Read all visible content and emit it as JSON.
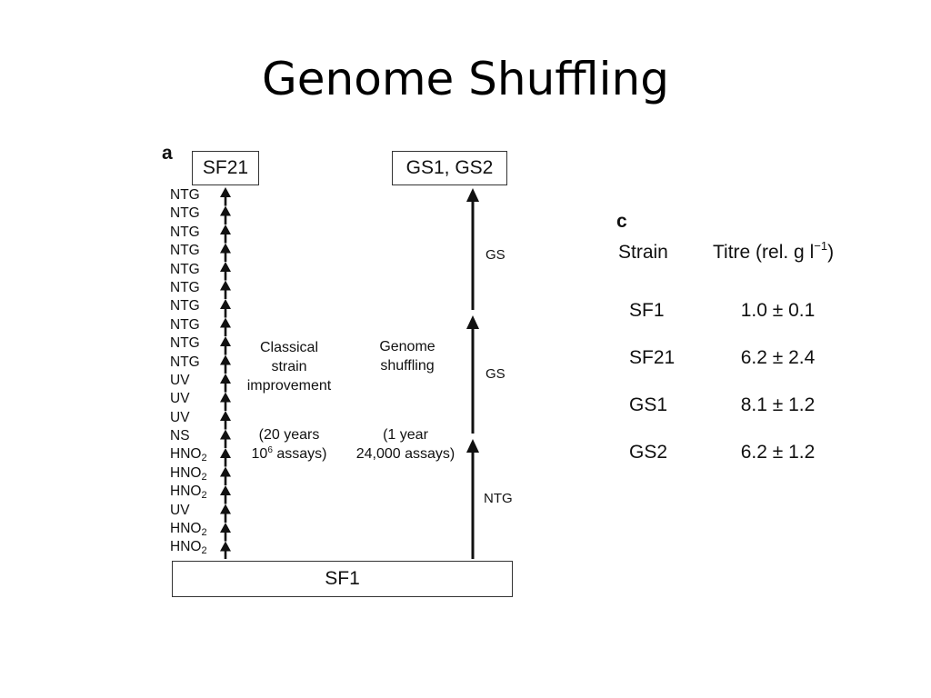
{
  "slide": {
    "title": "Genome Shuffling"
  },
  "panel_a": {
    "label": "a",
    "top_left_box": "SF21",
    "top_right_box": "GS1, GS2",
    "base_box": "SF1",
    "classical_steps": [
      {
        "base": "NTG",
        "sub": ""
      },
      {
        "base": "NTG",
        "sub": ""
      },
      {
        "base": "NTG",
        "sub": ""
      },
      {
        "base": "NTG",
        "sub": ""
      },
      {
        "base": "NTG",
        "sub": ""
      },
      {
        "base": "NTG",
        "sub": ""
      },
      {
        "base": "NTG",
        "sub": ""
      },
      {
        "base": "NTG",
        "sub": ""
      },
      {
        "base": "NTG",
        "sub": ""
      },
      {
        "base": "NTG",
        "sub": ""
      },
      {
        "base": "UV",
        "sub": ""
      },
      {
        "base": "UV",
        "sub": ""
      },
      {
        "base": "UV",
        "sub": ""
      },
      {
        "base": "NS",
        "sub": ""
      },
      {
        "base": "HNO",
        "sub": "2"
      },
      {
        "base": "HNO",
        "sub": "2"
      },
      {
        "base": "HNO",
        "sub": "2"
      },
      {
        "base": "UV",
        "sub": ""
      },
      {
        "base": "HNO",
        "sub": "2"
      },
      {
        "base": "HNO",
        "sub": "2"
      }
    ],
    "classical": {
      "line1": "Classical",
      "line2": "strain",
      "line3": "improvement",
      "years": "(20 years",
      "assays_pre": "10",
      "assays_sup": "6",
      "assays_post": " assays)"
    },
    "shuffling": {
      "line1": "Genome",
      "line2": "shuffling",
      "years": "(1 year",
      "assays": "24,000 assays)"
    },
    "right_steps": [
      "NTG",
      "GS",
      "GS"
    ]
  },
  "panel_c": {
    "label": "c",
    "headers": {
      "strain": "Strain",
      "titre_pre": "Titre (rel. g  l",
      "titre_sup": "−1",
      "titre_post": ")"
    },
    "rows": [
      {
        "strain": "SF1",
        "titre": "1.0 ± 0.1"
      },
      {
        "strain": "SF21",
        "titre": "6.2 ± 2.4"
      },
      {
        "strain": "GS1",
        "titre": "8.1 ± 1.2"
      },
      {
        "strain": "GS2",
        "titre": "6.2 ± 1.2"
      }
    ]
  }
}
